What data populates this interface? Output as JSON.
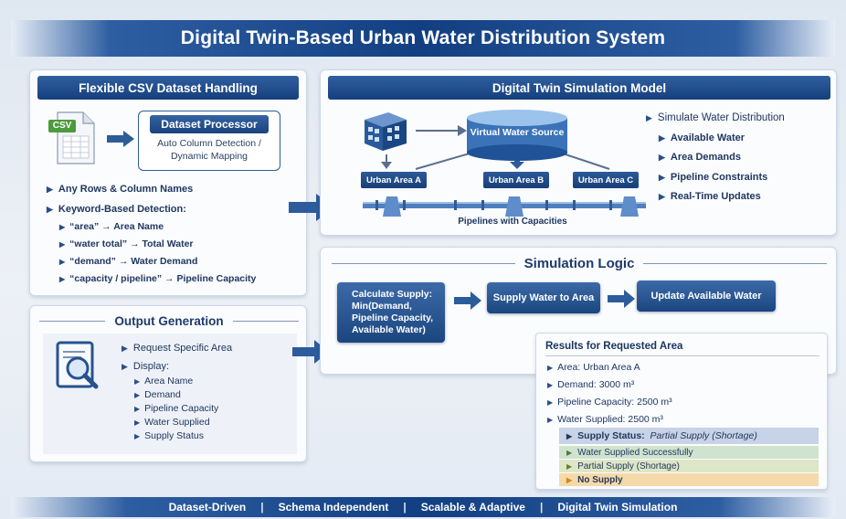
{
  "title": "Digital Twin-Based Urban Water Distribution System",
  "csv_panel": {
    "header": "Flexible CSV Dataset Handling",
    "csv_badge": "CSV",
    "processor_title": "Dataset Processor",
    "processor_desc_1": "Auto Column Detection /",
    "processor_desc_2": "Dynamic Mapping",
    "bullets": [
      "Any Rows & Column Names",
      "Keyword-Based Detection:"
    ],
    "mappings": [
      "“area”  → Area Name",
      "“water total” → Total Water",
      "“demand” → Water Demand",
      "“capacity / pipeline” → Pipeline Capacity"
    ]
  },
  "model_panel": {
    "header": "Digital Twin Simulation Model",
    "source_label": "Virtual Water Source",
    "areas": [
      "Urban Area A",
      "Urban Area B",
      "Urban Area C"
    ],
    "pipeline_label": "Pipelines with Capacities",
    "sim_title": "Simulate Water Distribution",
    "sim_items": [
      "Available Water",
      "Area Demands",
      "Pipeline Constraints",
      "Real-Time Updates"
    ]
  },
  "output_panel": {
    "header": "Output Generation",
    "items": [
      "Request Specific Area",
      "Display:"
    ],
    "display_items": [
      "Area Name",
      "Demand",
      "Pipeline Capacity",
      "Water Supplied",
      "Supply Status"
    ]
  },
  "logic_panel": {
    "header": "Simulation Logic",
    "calc": [
      "Calculate Supply:",
      "Min(Demand,",
      "Pipeline Capacity,",
      "Available Water)"
    ],
    "supply": "Supply Water to Area",
    "update": "Update Available Water"
  },
  "results": {
    "title": "Results for Requested Area",
    "rows": [
      {
        "label": "Area:",
        "value": "Urban Area A"
      },
      {
        "label": "Demand:",
        "value": "3000 m³"
      },
      {
        "label": "Pipeline Capacity:",
        "value": "2500 m³"
      },
      {
        "label": "Water Supplied:",
        "value": "2500 m³"
      }
    ],
    "status_label": "Supply Status:",
    "status_value": "Partial Supply (Shortage)",
    "legend": [
      "Water Supplied Successfully",
      "Partial Supply (Shortage)",
      "No Supply"
    ]
  },
  "footer": [
    "Dataset-Driven",
    "Schema Independent",
    "Scalable & Adaptive",
    "Digital Twin Simulation"
  ],
  "colors": {
    "primary": "#163f7c",
    "legend_green": "#cfe3cf",
    "legend_olive": "#dde6c6",
    "legend_orange": "#f5d9a8",
    "status_highlight": "#c7d3e6"
  }
}
